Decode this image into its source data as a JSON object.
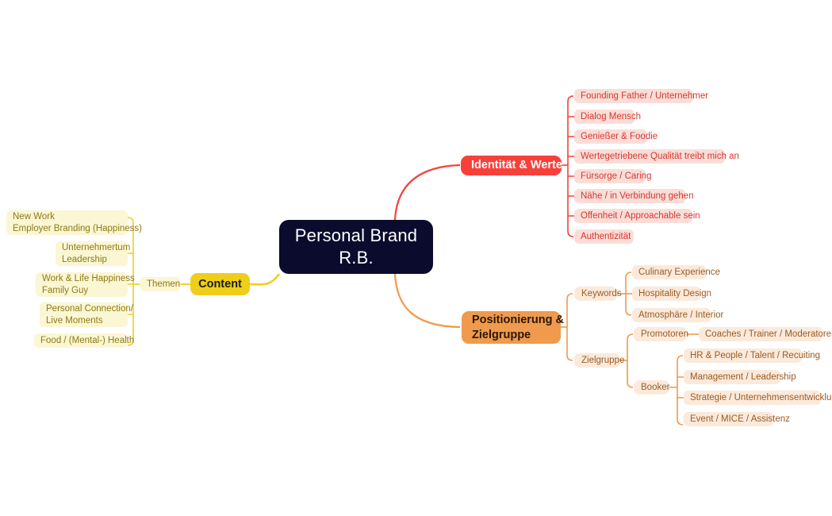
{
  "diagram": {
    "type": "mindmap",
    "background": "#ffffff",
    "title": "Personal Brand R.B. mind map"
  },
  "palette": {
    "root_bg": "#0b0b2d",
    "root_text": "#ffffff",
    "red": "#f7403a",
    "red_soft": "#fbddd8",
    "red_text": "#d6372f",
    "orange": "#ef9a4c",
    "orange_soft": "#fbeadb",
    "orange_text": "#9c5a21",
    "yellow": "#efce1b",
    "yellow_soft": "#fbf6d3",
    "yellow_text": "#8d7a16"
  },
  "root": {
    "line1": "Personal Brand",
    "line2": "R.B."
  },
  "branches": {
    "identity": {
      "label": "Identität & Werte",
      "color": "#f7403a",
      "leaves": [
        "Founding Father / Unternehmer",
        "Dialog Mensch",
        "Genießer & Foodie",
        "Wertegetriebene Qualität treibt mich an",
        "Fürsorge / Caring",
        "Nähe / in Verbindung gehen",
        "Offenheit / Approachable sein",
        "Authentizität"
      ]
    },
    "positioning": {
      "label_line1": "Positionierung &",
      "label_line2": "Zielgruppe",
      "color": "#ef9a4c",
      "groups": [
        {
          "label": "Keywords",
          "leaves": [
            "Culinary Experience",
            "Hospitality Design",
            "Atmosphäre / Interior"
          ]
        },
        {
          "label": "Zielgruppe",
          "subgroups": [
            {
              "label": "Promotoren",
              "leaves": [
                "Coaches / Trainer / Moderatoren"
              ]
            },
            {
              "label": "Booker",
              "leaves": [
                "HR & People / Talent / Recuiting",
                "Management / Leadership",
                "Strategie / Unternehmensentwicklung",
                "Event / MICE / Assistenz"
              ]
            }
          ]
        }
      ]
    },
    "content": {
      "label": "Content",
      "color": "#efce1b",
      "groups": [
        {
          "label": "Themen",
          "leaves": [
            {
              "line1": "New Work",
              "line2": "Employer Branding (Happiness)",
              "align": "left"
            },
            {
              "line1": "Unternehmertum",
              "line2": "Leadership",
              "align": "left"
            },
            {
              "line1": "Work & Life Happiness",
              "line2": "Family Guy",
              "align": "left"
            },
            {
              "line1": "Personal Connection/",
              "line2": "Live Moments",
              "align": "left"
            },
            {
              "line1": "Food / (Mental-) Health",
              "line2": "",
              "align": "left"
            }
          ]
        }
      ]
    }
  }
}
